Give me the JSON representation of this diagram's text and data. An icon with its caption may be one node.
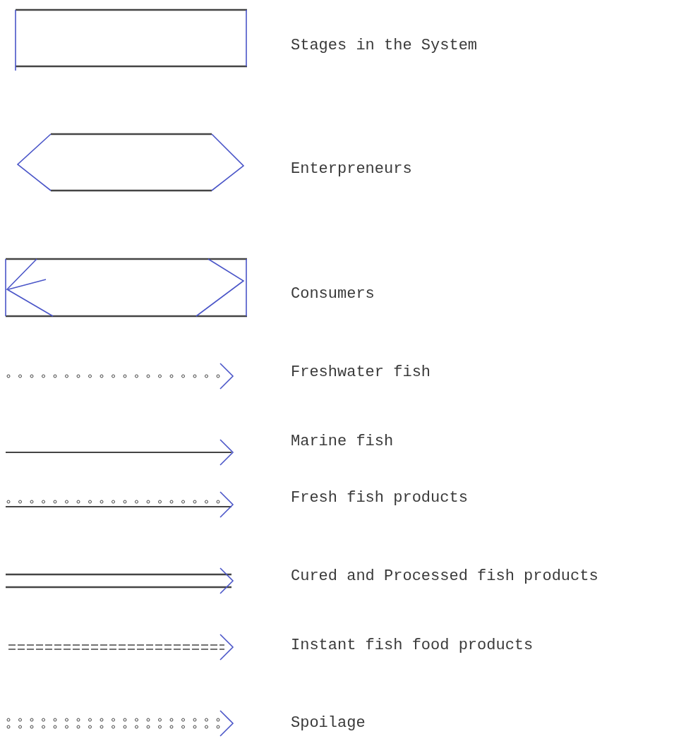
{
  "diagram": {
    "legend": [
      {
        "text": "Stages in the System"
      },
      {
        "text": "Enterpreneurs"
      },
      {
        "text": "Consumers"
      },
      {
        "text": "Freshwater fish"
      },
      {
        "text": "Marine fish"
      },
      {
        "text": "Fresh fish products"
      },
      {
        "text": "Cured and Processed fish products"
      },
      {
        "text": "Instant fish food products"
      },
      {
        "text": "Spoilage"
      }
    ]
  }
}
